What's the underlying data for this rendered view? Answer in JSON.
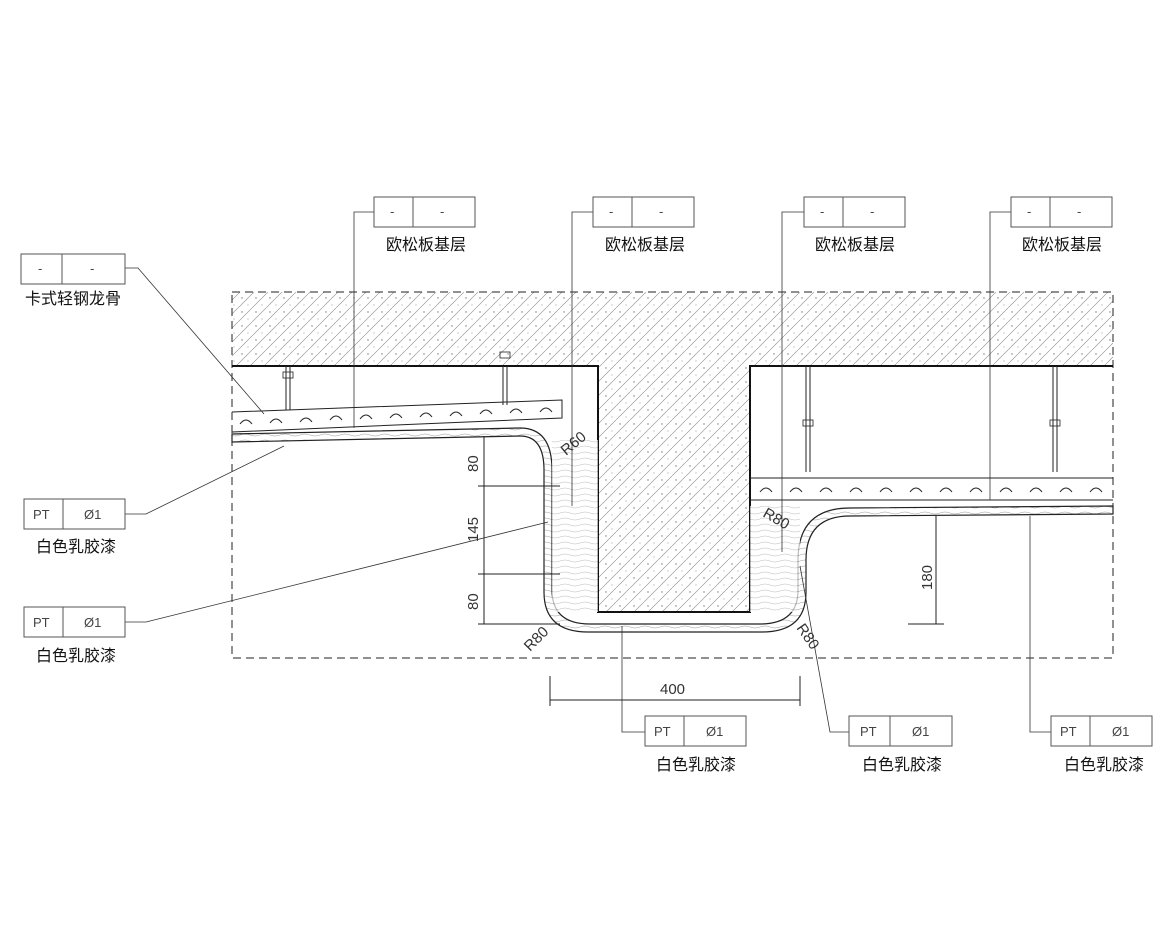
{
  "tags": [
    {
      "id": "tag-keel",
      "left": "-",
      "right": "-",
      "label": "卡式轻钢龙骨"
    },
    {
      "id": "tag-osb-1",
      "left": "-",
      "right": "-",
      "label": "欧松板基层"
    },
    {
      "id": "tag-osb-2",
      "left": "-",
      "right": "-",
      "label": "欧松板基层"
    },
    {
      "id": "tag-osb-3",
      "left": "-",
      "right": "-",
      "label": "欧松板基层"
    },
    {
      "id": "tag-osb-4",
      "left": "-",
      "right": "-",
      "label": "欧松板基层"
    },
    {
      "id": "tag-paint-1",
      "left": "PT",
      "right": "Ø1",
      "label": "白色乳胶漆"
    },
    {
      "id": "tag-paint-2",
      "left": "PT",
      "right": "Ø1",
      "label": "白色乳胶漆"
    },
    {
      "id": "tag-paint-3",
      "left": "PT",
      "right": "Ø1",
      "label": "白色乳胶漆"
    },
    {
      "id": "tag-paint-4",
      "left": "PT",
      "right": "Ø1",
      "label": "白色乳胶漆"
    },
    {
      "id": "tag-paint-5",
      "left": "PT",
      "right": "Ø1",
      "label": "白色乳胶漆"
    }
  ],
  "dimensions": {
    "d80_top": "80",
    "d145": "145",
    "d80_bottom": "80",
    "d180": "180",
    "d400": "400",
    "r_upper": "R60",
    "r_left_bottom": "R80",
    "r_right_bottom": "R80",
    "r_right_step": "R80"
  }
}
